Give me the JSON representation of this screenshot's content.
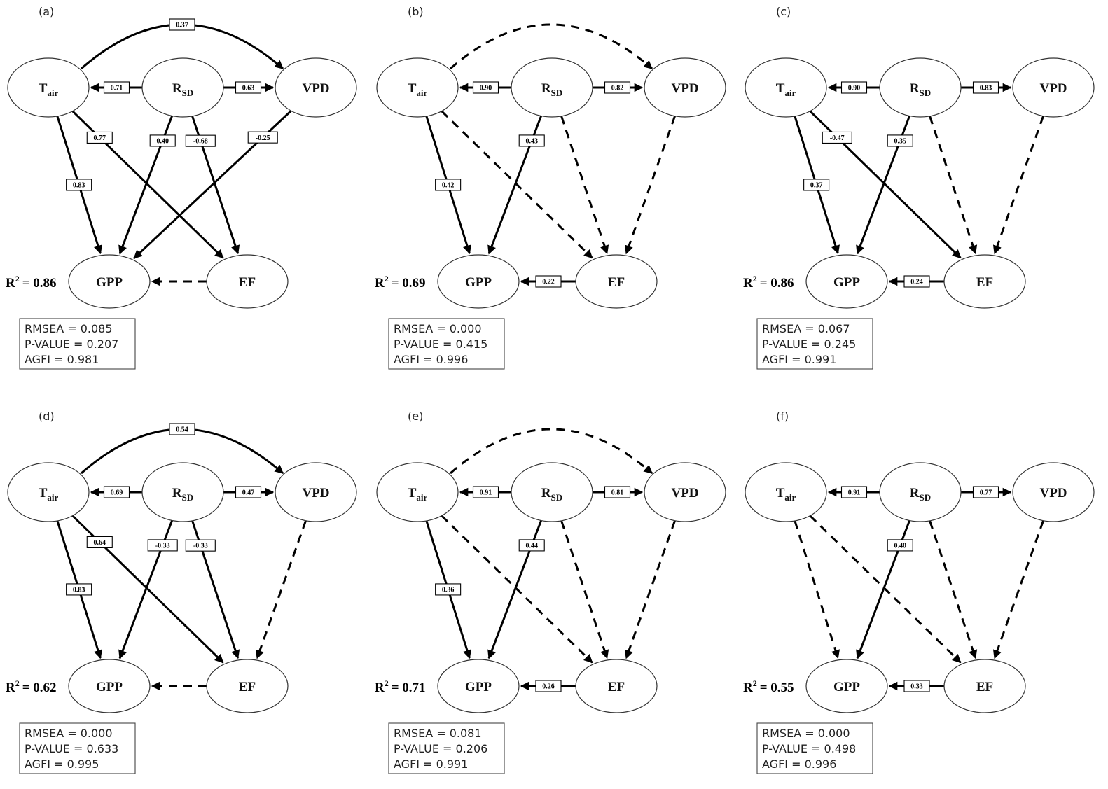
{
  "nodes": {
    "tair": {
      "main": "T",
      "sub": "air"
    },
    "rsd": {
      "main": "R",
      "sub": "SD"
    },
    "vpd": {
      "main": "VPD"
    },
    "gpp": {
      "main": "GPP"
    },
    "ef": {
      "main": "EF"
    }
  },
  "r2_prefix": "R",
  "r2_sup": "2",
  "panels": [
    {
      "label": "(a)",
      "r2": "= 0.86",
      "fit": [
        "RMSEA = 0.085",
        "P-VALUE = 0.207",
        "AGFI = 0.981"
      ],
      "paths": [
        {
          "from": "tair",
          "to": "vpd",
          "style": "solid",
          "coef": "0.37"
        },
        {
          "from": "rsd",
          "to": "tair",
          "style": "solid",
          "coef": "0.71"
        },
        {
          "from": "rsd",
          "to": "vpd",
          "style": "solid",
          "coef": "0.63"
        },
        {
          "from": "tair",
          "to": "gpp",
          "style": "solid",
          "coef": "0.83"
        },
        {
          "from": "tair",
          "to": "ef",
          "style": "solid",
          "coef": "0.77"
        },
        {
          "from": "rsd",
          "to": "gpp",
          "style": "solid",
          "coef": "0.40"
        },
        {
          "from": "rsd",
          "to": "ef",
          "style": "solid",
          "coef": "-0.68"
        },
        {
          "from": "vpd",
          "to": "gpp",
          "style": "solid",
          "coef": "-0.25"
        },
        {
          "from": "ef",
          "to": "gpp",
          "style": "dashed",
          "coef": ""
        }
      ]
    },
    {
      "label": "(b)",
      "r2": "= 0.69",
      "fit": [
        "RMSEA = 0.000",
        "P-VALUE = 0.415",
        "AGFI = 0.996"
      ],
      "paths": [
        {
          "from": "tair",
          "to": "vpd",
          "style": "dashed",
          "coef": ""
        },
        {
          "from": "rsd",
          "to": "tair",
          "style": "solid",
          "coef": "0.90"
        },
        {
          "from": "rsd",
          "to": "vpd",
          "style": "solid",
          "coef": "0.82"
        },
        {
          "from": "tair",
          "to": "gpp",
          "style": "solid",
          "coef": "0.42"
        },
        {
          "from": "tair",
          "to": "ef",
          "style": "dashed",
          "coef": ""
        },
        {
          "from": "rsd",
          "to": "gpp",
          "style": "solid",
          "coef": "0.43"
        },
        {
          "from": "rsd",
          "to": "ef",
          "style": "dashed",
          "coef": ""
        },
        {
          "from": "vpd",
          "to": "ef",
          "style": "dashed",
          "coef": ""
        },
        {
          "from": "ef",
          "to": "gpp",
          "style": "solid",
          "coef": "0.22"
        }
      ]
    },
    {
      "label": "(c)",
      "r2": "= 0.86",
      "fit": [
        "RMSEA = 0.067",
        "P-VALUE = 0.245",
        "AGFI = 0.991"
      ],
      "paths": [
        {
          "from": "rsd",
          "to": "tair",
          "style": "solid",
          "coef": "0.90"
        },
        {
          "from": "rsd",
          "to": "vpd",
          "style": "solid",
          "coef": "0.83"
        },
        {
          "from": "tair",
          "to": "gpp",
          "style": "solid",
          "coef": "0.37"
        },
        {
          "from": "tair",
          "to": "ef",
          "style": "solid",
          "coef": "-0.47"
        },
        {
          "from": "rsd",
          "to": "gpp",
          "style": "solid",
          "coef": "0.35"
        },
        {
          "from": "rsd",
          "to": "ef",
          "style": "dashed",
          "coef": ""
        },
        {
          "from": "vpd",
          "to": "ef",
          "style": "dashed",
          "coef": ""
        },
        {
          "from": "ef",
          "to": "gpp",
          "style": "solid",
          "coef": "0.24"
        }
      ]
    },
    {
      "label": "(d)",
      "r2": "= 0.62",
      "fit": [
        "RMSEA = 0.000",
        "P-VALUE = 0.633",
        "AGFI = 0.995"
      ],
      "paths": [
        {
          "from": "tair",
          "to": "vpd",
          "style": "solid",
          "coef": "0.54"
        },
        {
          "from": "rsd",
          "to": "tair",
          "style": "solid",
          "coef": "0.69"
        },
        {
          "from": "rsd",
          "to": "vpd",
          "style": "solid",
          "coef": "0.47"
        },
        {
          "from": "tair",
          "to": "gpp",
          "style": "solid",
          "coef": "0.83"
        },
        {
          "from": "tair",
          "to": "ef",
          "style": "solid",
          "coef": "0.64"
        },
        {
          "from": "rsd",
          "to": "gpp",
          "style": "solid",
          "coef": "-0.33"
        },
        {
          "from": "rsd",
          "to": "ef",
          "style": "solid",
          "coef": "-0.33"
        },
        {
          "from": "vpd",
          "to": "ef",
          "style": "dashed",
          "coef": ""
        },
        {
          "from": "ef",
          "to": "gpp",
          "style": "dashed",
          "coef": ""
        }
      ]
    },
    {
      "label": "(e)",
      "r2": "= 0.71",
      "fit": [
        "RMSEA = 0.081",
        "P-VALUE = 0.206",
        "AGFI = 0.991"
      ],
      "paths": [
        {
          "from": "tair",
          "to": "vpd",
          "style": "dashed",
          "coef": ""
        },
        {
          "from": "rsd",
          "to": "tair",
          "style": "solid",
          "coef": "0.91"
        },
        {
          "from": "rsd",
          "to": "vpd",
          "style": "solid",
          "coef": "0.81"
        },
        {
          "from": "tair",
          "to": "gpp",
          "style": "solid",
          "coef": "0.36"
        },
        {
          "from": "tair",
          "to": "ef",
          "style": "dashed",
          "coef": ""
        },
        {
          "from": "rsd",
          "to": "gpp",
          "style": "solid",
          "coef": "0.44"
        },
        {
          "from": "rsd",
          "to": "ef",
          "style": "dashed",
          "coef": ""
        },
        {
          "from": "vpd",
          "to": "ef",
          "style": "dashed",
          "coef": ""
        },
        {
          "from": "ef",
          "to": "gpp",
          "style": "solid",
          "coef": "0.26"
        }
      ]
    },
    {
      "label": "(f)",
      "r2": "= 0.55",
      "fit": [
        "RMSEA = 0.000",
        "P-VALUE = 0.498",
        "AGFI = 0.996"
      ],
      "paths": [
        {
          "from": "rsd",
          "to": "tair",
          "style": "solid",
          "coef": "0.91"
        },
        {
          "from": "rsd",
          "to": "vpd",
          "style": "solid",
          "coef": "0.77"
        },
        {
          "from": "tair",
          "to": "gpp",
          "style": "dashed",
          "coef": ""
        },
        {
          "from": "tair",
          "to": "ef",
          "style": "dashed",
          "coef": ""
        },
        {
          "from": "rsd",
          "to": "gpp",
          "style": "solid",
          "coef": "0.40"
        },
        {
          "from": "rsd",
          "to": "ef",
          "style": "dashed",
          "coef": ""
        },
        {
          "from": "vpd",
          "to": "ef",
          "style": "dashed",
          "coef": ""
        },
        {
          "from": "ef",
          "to": "gpp",
          "style": "solid",
          "coef": "0.33"
        }
      ]
    }
  ]
}
